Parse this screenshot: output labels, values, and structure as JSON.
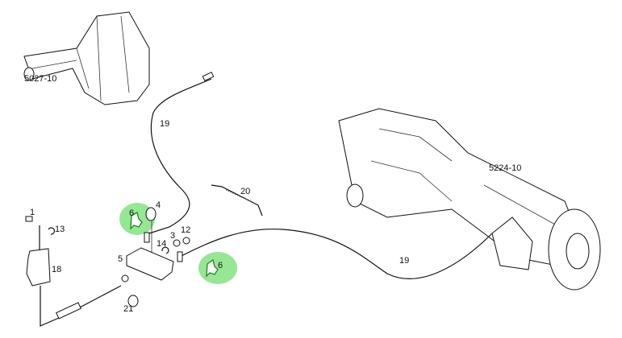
{
  "diagram": {
    "assembly_refs": {
      "handbrake_lever": "5027-10",
      "rear_axle": "5224-10"
    },
    "callouts": {
      "p1": "1",
      "p3": "3",
      "p4": "4",
      "p5": "5",
      "p6a": "6",
      "p6b": "6",
      "p12": "12",
      "p13": "13",
      "p14": "14",
      "p18": "18",
      "p19a": "19",
      "p19b": "19",
      "p20": "20",
      "p21": "21"
    },
    "highlight_color": "#3fd13f"
  }
}
